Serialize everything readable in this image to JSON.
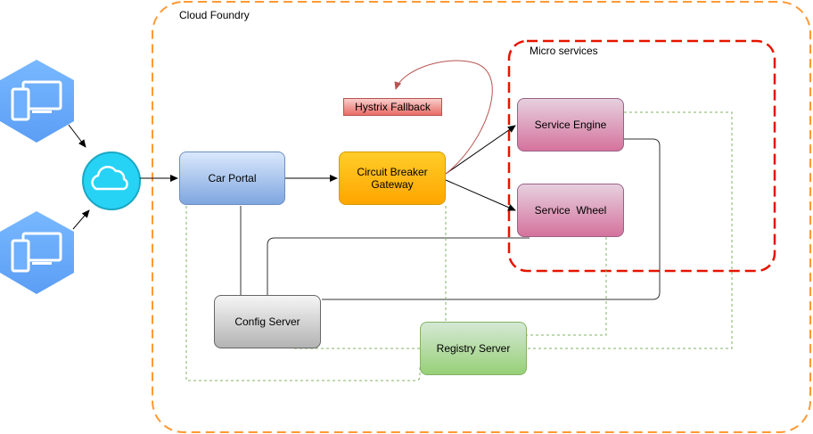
{
  "labels": {
    "cloud_foundry": "Cloud Foundry",
    "micro_services": "Micro services"
  },
  "nodes": {
    "car_portal": "Car Portal",
    "circuit_breaker_line1": "Circuit Breaker",
    "circuit_breaker_line2": "Gateway",
    "hystrix_fallback": "Hystrix Fallback",
    "service_engine": "Service Engine",
    "service_wheel": "Service  Wheel",
    "config_server": "Config Server",
    "registry_server": "Registry Server"
  },
  "icons": {
    "client_1": "desktop-tablet-icon",
    "client_2": "desktop-tablet-icon",
    "cloud": "cloud-icon"
  },
  "colors": {
    "cloud_foundry_border": "#ff9933",
    "micro_services_border": "#e51400",
    "client_hex": "#6fb0ff",
    "cloud_circle": "#27d3f5",
    "green_dashed": "#82b366",
    "red_curve": "#b85450"
  }
}
